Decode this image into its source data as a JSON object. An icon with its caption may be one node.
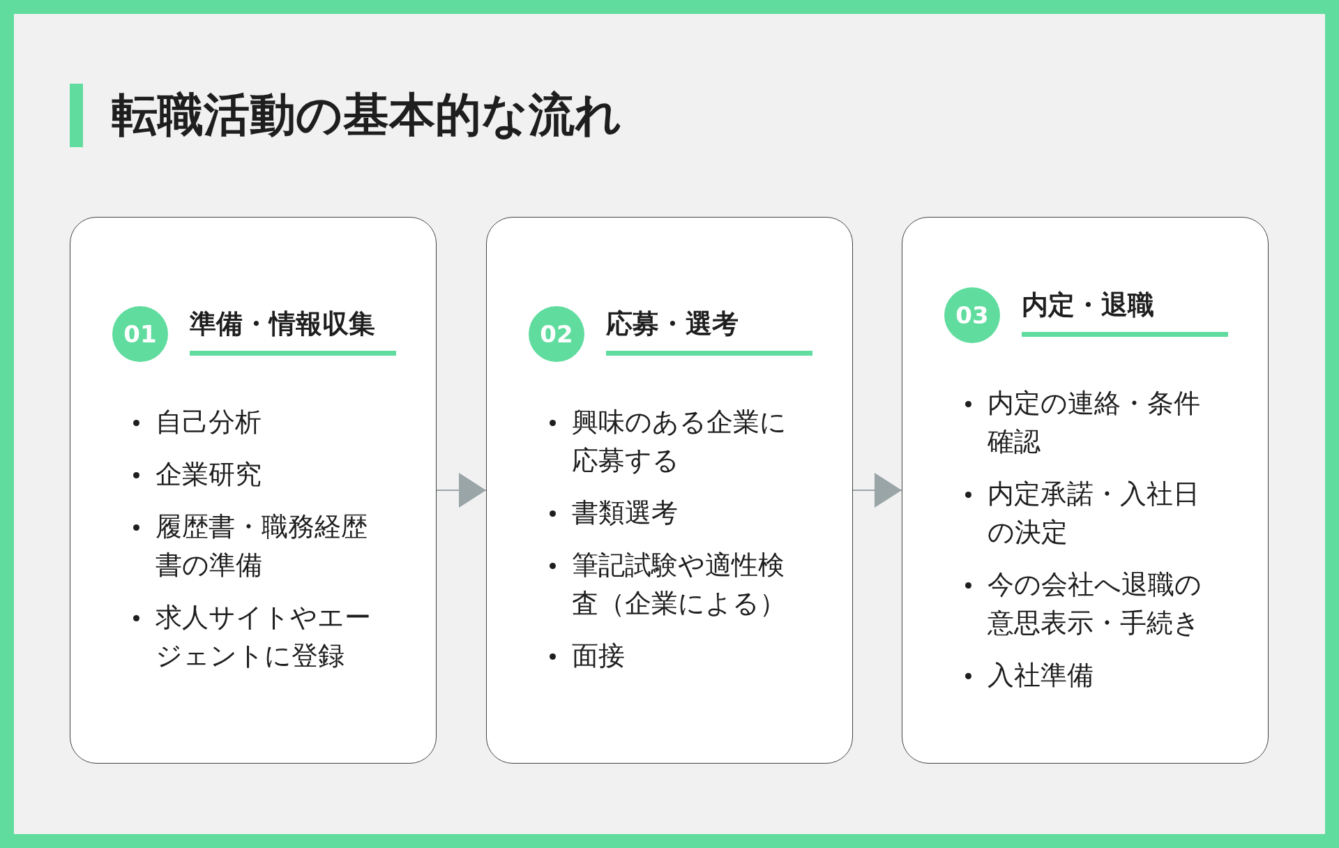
{
  "diagram": {
    "title": "転職活動の基本的な流れ",
    "nodes": [
      {
        "text": [
          "準備・情報収集",
          "自己分析",
          "企業研究",
          "履歴書・職務経歴書の準備",
          "求人サイトやエージェントに登録"
        ]
      },
      {
        "text": [
          "01"
        ],
        "in": 0
      },
      {
        "text": [
          "応募・選考",
          "興味のある企業に応募する",
          "書類選考",
          "筆記試験や適性検査（企業による）",
          "面接"
        ]
      },
      {
        "text": [
          "02"
        ],
        "in": 2
      },
      {
        "text": [
          "内定・退職",
          "内定の連絡・条件確認",
          "内定承諾・入社日の決定",
          "今の会社へ退職の意思表示・手続き",
          "入社準備"
        ]
      },
      {
        "text": [
          "03"
        ],
        "in": 4
      }
    ],
    "edges": [
      {
        "from": 0,
        "to": 2,
        "arrow": "to"
      },
      {
        "from": 2,
        "to": 4,
        "arrow": "to"
      }
    ]
  }
}
